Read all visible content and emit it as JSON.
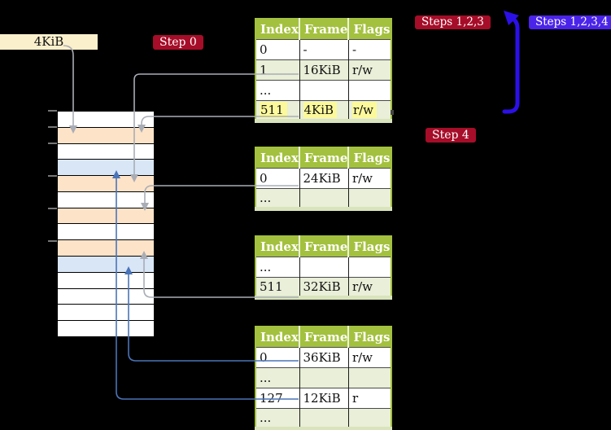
{
  "colors": {
    "background": "#000000",
    "table_header_bg": "#a3c13e",
    "table_row_bg": "#ffffff",
    "table_row_alt_bg": "#e9efd8",
    "table_bottom_bg": "#d9e4bc",
    "highlight_bg": "#fbf99b",
    "strip_white": "#ffffff",
    "strip_peach": "#fde3c8",
    "strip_blue": "#d8e6f6",
    "legend_bg": "#faf0cc",
    "badge_red": "#a60d28",
    "badge_blue": "#4b24ea",
    "arrow_gray": "#a9adb5",
    "arrow_blue": "#4a74b8",
    "big_arrow_blue": "#2c10e8"
  },
  "legend": {
    "label": "4KiB"
  },
  "badges": {
    "step0": "Step 0",
    "steps123": "Steps 1,2,3",
    "steps1234": "Steps 1,2,3,4",
    "step4": "Step 4"
  },
  "tables": [
    {
      "name": "page-table-1",
      "headers": [
        "Index",
        "Frame",
        "Flags"
      ],
      "rows": [
        {
          "cells": [
            "0",
            "-",
            "-"
          ],
          "highlight": false
        },
        {
          "cells": [
            "1",
            "16KiB",
            "r/w"
          ],
          "highlight": false
        },
        {
          "cells": [
            "...",
            "",
            ""
          ],
          "highlight": false
        },
        {
          "cells": [
            "511",
            "4KiB",
            "r/w"
          ],
          "highlight": true
        }
      ]
    },
    {
      "name": "page-table-2",
      "headers": [
        "Index",
        "Frame",
        "Flags"
      ],
      "rows": [
        {
          "cells": [
            "0",
            "24KiB",
            "r/w"
          ],
          "highlight": false
        },
        {
          "cells": [
            "...",
            "",
            ""
          ],
          "highlight": false
        }
      ]
    },
    {
      "name": "page-table-3",
      "headers": [
        "Index",
        "Frame",
        "Flags"
      ],
      "rows": [
        {
          "cells": [
            "...",
            "",
            ""
          ],
          "highlight": false
        },
        {
          "cells": [
            "511",
            "32KiB",
            "r/w"
          ],
          "highlight": false
        }
      ]
    },
    {
      "name": "page-table-4",
      "headers": [
        "Index",
        "Frame",
        "Flags"
      ],
      "rows": [
        {
          "cells": [
            "0",
            "36KiB",
            "r/w"
          ],
          "highlight": false
        },
        {
          "cells": [
            "...",
            "",
            ""
          ],
          "highlight": false
        },
        {
          "cells": [
            "127",
            "12KiB",
            "r"
          ],
          "highlight": false
        },
        {
          "cells": [
            "...",
            "",
            ""
          ],
          "highlight": false
        }
      ]
    }
  ],
  "memory_strip": {
    "rows": [
      "white",
      "peach",
      "white",
      "blue",
      "peach",
      "white",
      "peach",
      "white",
      "peach",
      "blue",
      "white",
      "white",
      "white",
      "white"
    ]
  }
}
